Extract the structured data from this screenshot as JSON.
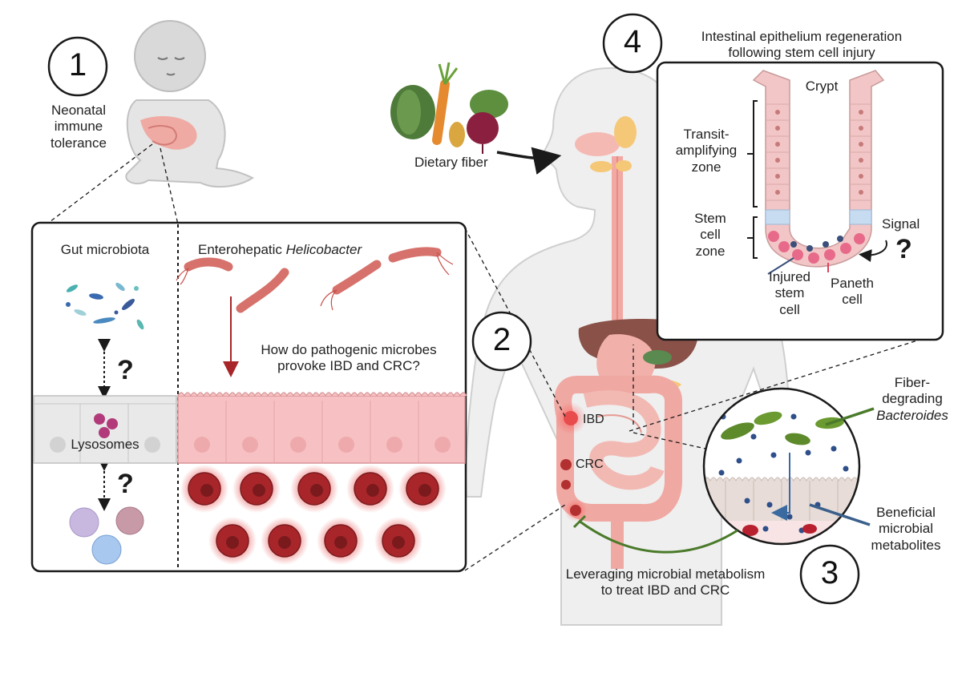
{
  "panel1": {
    "number": "1",
    "caption": [
      "Neonatal",
      "immune",
      "tolerance"
    ],
    "gut_microbiota": "Gut microbiota",
    "lysosomes": "Lysosomes",
    "question": "?"
  },
  "panel2": {
    "number": "2",
    "title_prefix": "Enterohepatic ",
    "title_italic": "Helicobacter",
    "question": [
      "How do pathogenic microbes",
      "provoke IBD and CRC?"
    ]
  },
  "center": {
    "dietary_fiber": "Dietary fiber",
    "ibd": "IBD",
    "crc": "CRC"
  },
  "panel3": {
    "number": "3",
    "fiber_degrading": [
      "Fiber-",
      "degrading"
    ],
    "bacteroides": "Bacteroides",
    "beneficial": [
      "Beneficial",
      "microbial",
      "metabolites"
    ],
    "caption": [
      "Leveraging microbial metabolism",
      "to treat IBD and CRC"
    ]
  },
  "panel4": {
    "number": "4",
    "title": [
      "Intestinal epithelium regeneration",
      "following stem cell injury"
    ],
    "crypt": "Crypt",
    "transit": [
      "Transit-",
      "amplifying",
      "zone"
    ],
    "stem_zone": [
      "Stem",
      "cell",
      "zone"
    ],
    "signal": "Signal",
    "question": "?",
    "injured": [
      "Injured",
      "stem",
      "cell"
    ],
    "paneth": [
      "Paneth",
      "cell"
    ]
  },
  "colors": {
    "line": "#1a1a1a",
    "epithelium_grey": "#e9e9e9",
    "epithelium_pink": "#f7c1c3",
    "immune_red": "#a8262a",
    "arrow_red": "#a8262a",
    "green_arrow": "#4a7a2a",
    "blue_arrow": "#3a5f8a",
    "skin": "#e6e6e6"
  }
}
